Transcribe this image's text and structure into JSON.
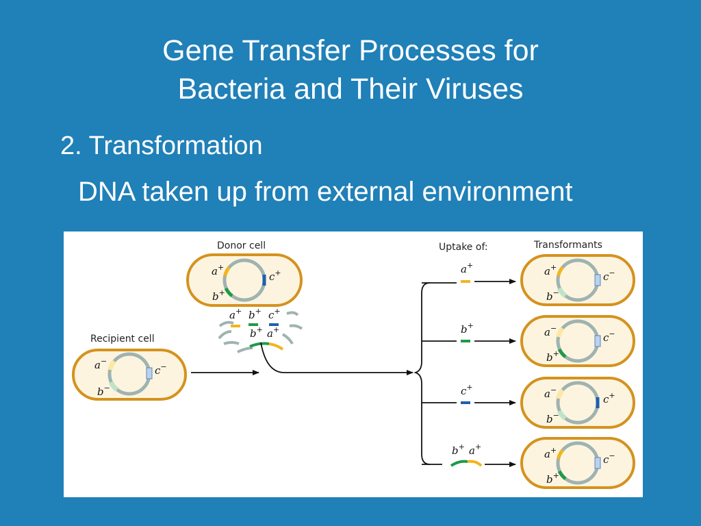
{
  "slide": {
    "title_line1": "Gene Transfer Processes for",
    "title_line2": "Bacteria and Their Viruses",
    "bullet": "2. Transformation",
    "sub_bullet": "DNA taken up from external environment"
  },
  "figure": {
    "donor_label": "Donor cell",
    "recipient_label": "Recipient cell",
    "uptake_label": "Uptake of:",
    "transformants_label": "Transformants",
    "donor_genes": {
      "a": "a",
      "a_sup": "+",
      "b": "b",
      "b_sup": "+",
      "c": "c",
      "c_sup": "+"
    },
    "recipient_genes": {
      "a": "a",
      "a_sup": "−",
      "b": "b",
      "b_sup": "−",
      "c": "c",
      "c_sup": "−"
    },
    "fragments": {
      "f1": "a",
      "f1_sup": "+",
      "f2": "b",
      "f2_sup": "+",
      "f3": "c",
      "f3_sup": "+",
      "f4": "b",
      "f4_sup": "+",
      "f5": "a",
      "f5_sup": "+"
    },
    "uptakes": [
      {
        "g1": "a",
        "s1": "+"
      },
      {
        "g1": "b",
        "s1": "+"
      },
      {
        "g1": "c",
        "s1": "+"
      },
      {
        "g1": "b",
        "s1": "+",
        "g2": "a",
        "s2": "+"
      }
    ],
    "transformants": [
      {
        "a": "a",
        "a_sup": "+",
        "b": "b",
        "b_sup": "−",
        "c": "c",
        "c_sup": "−"
      },
      {
        "a": "a",
        "a_sup": "−",
        "b": "b",
        "b_sup": "+",
        "c": "c",
        "c_sup": "−"
      },
      {
        "a": "a",
        "a_sup": "−",
        "b": "b",
        "b_sup": "−",
        "c": "c",
        "c_sup": "+"
      },
      {
        "a": "a",
        "a_sup": "+",
        "b": "b",
        "b_sup": "+",
        "c": "c",
        "c_sup": "−"
      }
    ],
    "colors": {
      "background": "#2080b8",
      "cell_outline": "#d4921e",
      "cell_fill": "#fdf4e0",
      "chromosome": "#9fb3b0",
      "gene_a_plus": "#f2b51c",
      "gene_b_plus": "#1e9a48",
      "gene_c_plus": "#1f5fae",
      "gene_a_minus": "#fbe8a6",
      "gene_b_minus": "#bfe3c9",
      "gene_c_minus": "#b9d2ee"
    }
  }
}
